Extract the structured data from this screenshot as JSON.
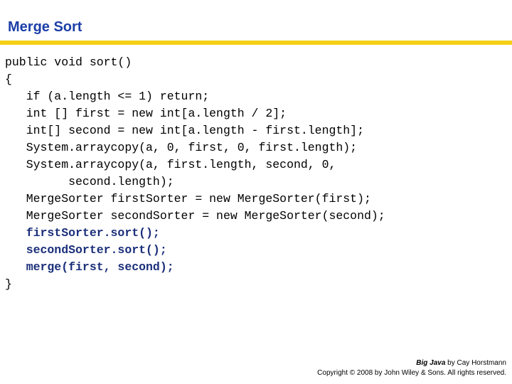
{
  "slide": {
    "title": "Merge Sort",
    "title_color": "#1B3FA8",
    "rule_color": "#F5CF18",
    "background_color": "#FFFFFF"
  },
  "code": {
    "language": "java",
    "highlight_color": "#1B2F7A",
    "text_color": "#000000",
    "lines": [
      {
        "text": "public void sort()",
        "highlighted": false
      },
      {
        "text": "{",
        "highlighted": false
      },
      {
        "text": "   if (a.length <= 1) return;",
        "highlighted": false
      },
      {
        "text": "   int [] first = new int[a.length / 2];",
        "highlighted": false
      },
      {
        "text": "   int[] second = new int[a.length - first.length];",
        "highlighted": false
      },
      {
        "text": "   System.arraycopy(a, 0, first, 0, first.length);",
        "highlighted": false
      },
      {
        "text": "   System.arraycopy(a, first.length, second, 0,",
        "highlighted": false
      },
      {
        "text": "         second.length);",
        "highlighted": false
      },
      {
        "text": "   MergeSorter firstSorter = new MergeSorter(first);",
        "highlighted": false
      },
      {
        "text": "   MergeSorter secondSorter = new MergeSorter(second);",
        "highlighted": false
      },
      {
        "text": "   firstSorter.sort();",
        "highlighted": true
      },
      {
        "text": "   secondSorter.sort();",
        "highlighted": true
      },
      {
        "text": "   merge(first, second);",
        "highlighted": true
      },
      {
        "text": "}",
        "highlighted": false
      }
    ]
  },
  "footer": {
    "book_title": "Big Java",
    "byline": " by Cay Horstmann",
    "copyright": "Copyright © 2008 by John Wiley & Sons.  All rights reserved."
  }
}
